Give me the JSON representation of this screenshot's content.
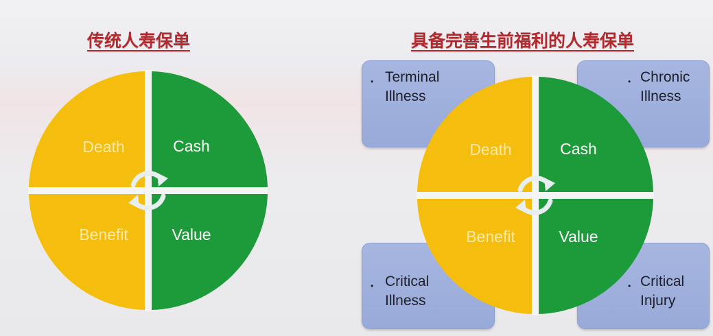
{
  "left": {
    "title": "传统人寿保单",
    "quadrants": {
      "top_left": "Death",
      "top_right": "Cash",
      "bottom_left": "Benefit",
      "bottom_right": "Value"
    }
  },
  "right": {
    "title": "具备完善生前福利的人寿保单",
    "quadrants": {
      "top_left": "Death",
      "top_right": "Cash",
      "bottom_left": "Benefit",
      "bottom_right": "Value"
    },
    "callouts": {
      "terminal": {
        "bullet": "•",
        "line1": "Terminal",
        "line2": "Illness"
      },
      "chronic": {
        "bullet": "•",
        "line1": "Chronic",
        "line2": "Illness"
      },
      "critical_illness": {
        "bullet": "•",
        "line1": "Critical",
        "line2": "Illness"
      },
      "critical_injury": {
        "bullet": "•",
        "line1": "Critical",
        "line2": "Injury"
      }
    }
  },
  "colors": {
    "yellow": "#f5bd0e",
    "green": "#1d9b3a",
    "title_red": "#b22a2e",
    "callout_blue": "#9eafdc"
  },
  "icons": [
    "cycle-arrows-icon"
  ]
}
